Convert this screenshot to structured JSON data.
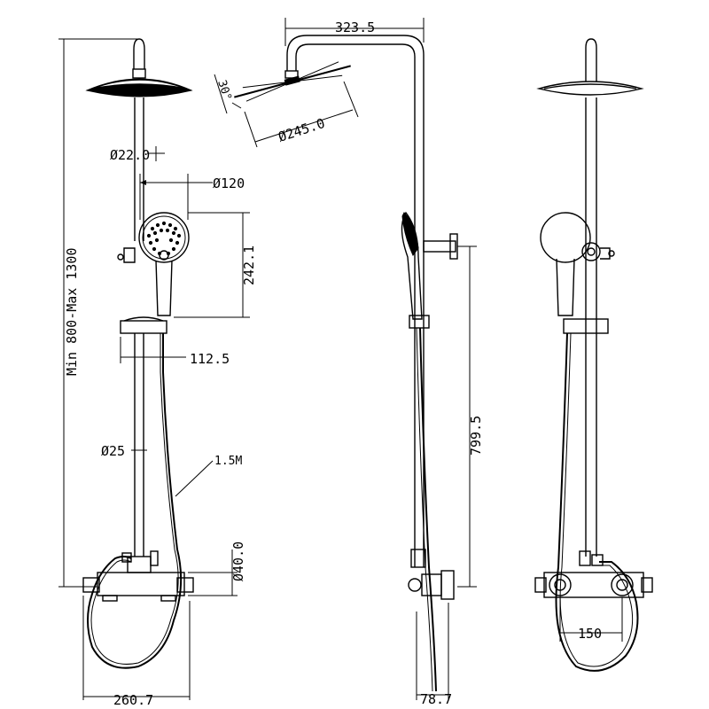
{
  "dimensions": {
    "pipe_diameter_upper": "Ø22.0",
    "handshower_width": "Ø120",
    "handshower_height": "242.1",
    "slider_offset": "112.5",
    "pipe_diameter_lower": "Ø25",
    "hose_length": "1.5M",
    "height_range": "Min 800-Max 1300",
    "mixer_diameter": "Ø40.0",
    "mixer_width": "260.7",
    "arm_reach": "323.5",
    "head_tilt": "30°",
    "head_diameter": "Ø245.0",
    "side_height": "799.5",
    "side_depth": "78.7",
    "inlet_spacing": "150"
  }
}
